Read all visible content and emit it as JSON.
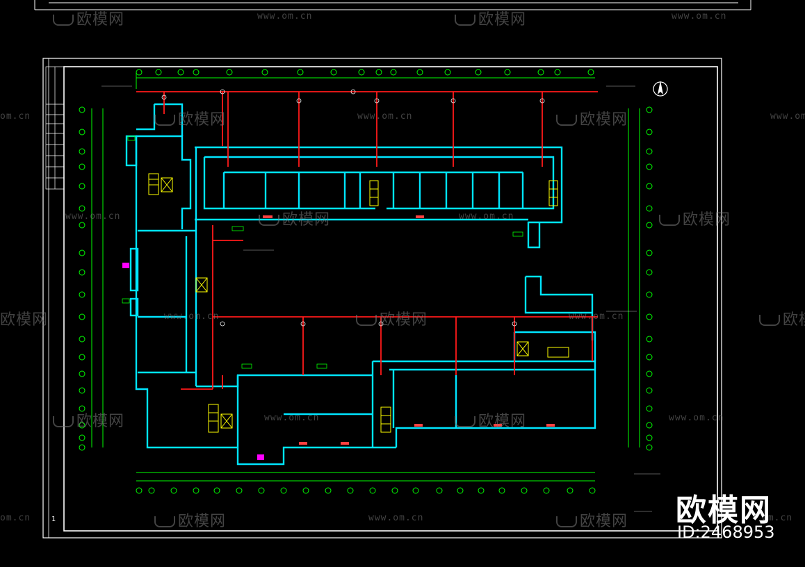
{
  "watermarks": {
    "brand_cn": "欧模网",
    "site": "www.om.cn",
    "site_short": "om.cn"
  },
  "brand": {
    "name": "欧模网",
    "id": "ID:2468953"
  },
  "sheet": {
    "number": "1"
  },
  "colors": {
    "background": "#000000",
    "frame": "#ffffff",
    "walls": "#00e5ff",
    "pipes": "#ff1a1a",
    "gridlines": "#00ff00",
    "stairs": "#ffff00",
    "equipment": "#ff00ff",
    "watermark": "#7a7a7a"
  },
  "icons": [
    "north-arrow-icon",
    "watermark-logo-icon"
  ]
}
